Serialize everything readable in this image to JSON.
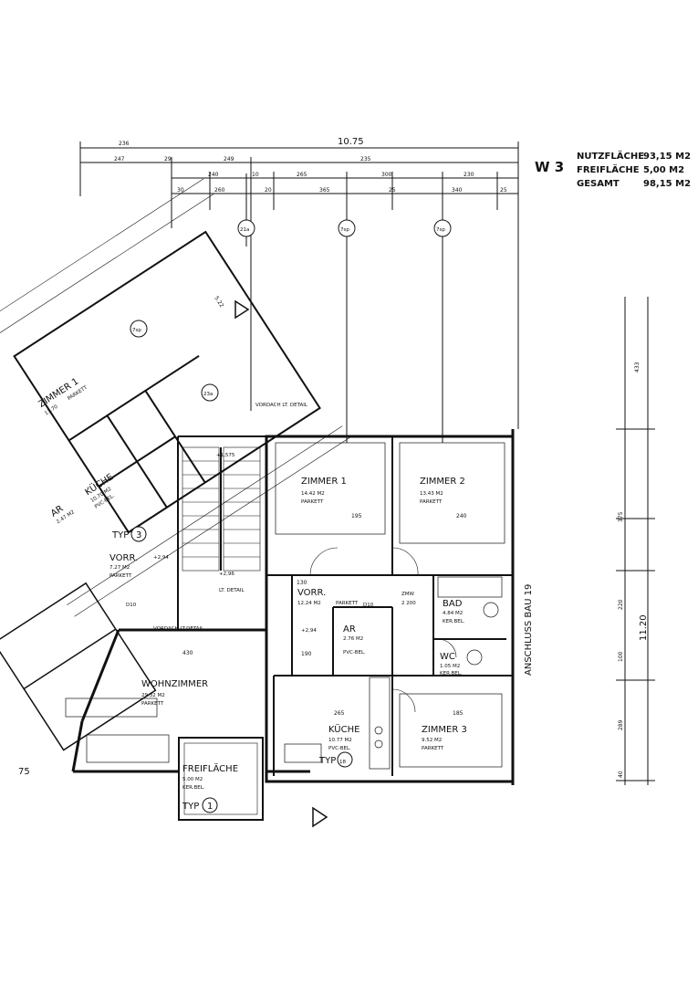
{
  "header": {
    "unit": "W 3",
    "rows": [
      {
        "label": "NUTZFLÄCHE",
        "value": "93,15 M2"
      },
      {
        "label": "FREIFLÄCHE",
        "value": "5,00 M2"
      },
      {
        "label": "GESAMT",
        "value": "98,15 M2"
      }
    ]
  },
  "dimensions": {
    "total_width": "10.75",
    "right_height": "11.20",
    "row1": [
      "236",
      "247",
      "29",
      "249",
      "235"
    ],
    "row2": [
      "240",
      "10",
      "265",
      "300",
      "230"
    ],
    "row3": [
      "30",
      "260",
      "20",
      "365",
      "25",
      "340",
      "25"
    ],
    "right": [
      "433",
      "375",
      "220",
      "100",
      "289",
      "40"
    ]
  },
  "markers": [
    "21a",
    "7sp",
    "7sp",
    "5.22",
    "7sp",
    "23a"
  ],
  "rooms": {
    "zimmer1": {
      "name": "ZIMMER 1",
      "area": "14.42 M2",
      "floor": "PARKETT"
    },
    "zimmer2": {
      "name": "ZIMMER 2",
      "area": "13.43 M2",
      "floor": "PARKETT"
    },
    "vorr": {
      "name": "VORR.",
      "area": "12.24 M2",
      "floor": "PARKETT"
    },
    "ar": {
      "name": "AR",
      "area": "2.76 M2",
      "floor": "PVC-BEL."
    },
    "bad": {
      "name": "BAD",
      "area": "4.84 M2",
      "floor": "KER.BEL."
    },
    "wc": {
      "name": "WC",
      "area": "1.05 M2",
      "floor": "KER.BEL."
    },
    "wohnzimmer": {
      "name": "WOHNZIMMER",
      "area": "29.32 M2",
      "floor": "PARKETT"
    },
    "kueche": {
      "name": "KÜCHE",
      "area": "10.77 M2",
      "floor": "PVC-BEL."
    },
    "zimmer3": {
      "name": "ZIMMER 3",
      "area": "9.52 M2",
      "floor": "PARKETT"
    },
    "freiflaeche": {
      "name": "FREIFLÄCHE",
      "area": "5.00 M2",
      "floor": "KER.BEL."
    }
  },
  "neighbor": {
    "zimmer1": {
      "name": "ZIMMER 1",
      "area": "13.70",
      "floor": "PARKETT"
    },
    "kueche": {
      "name": "KÜCHE",
      "area": "10.70 M2",
      "floor": "PVC-BEL."
    },
    "ar": {
      "name": "AR",
      "area": "2.47 M2"
    },
    "vorr": {
      "name": "VORR.",
      "area": "7.27 M2",
      "floor": "PARKETT"
    }
  },
  "types": {
    "typ3": "TYP",
    "typ3_num": "3",
    "typ18": "TYP",
    "typ18_num": "18",
    "typ1": "TYP",
    "typ1_num": "1"
  },
  "labels": {
    "vordach": "VORDACH LT. DETAIL",
    "anschluss": "ANSCHLUSS BAU 19",
    "zmw": "ZMW",
    "zmw_size": "2 200",
    "d10a": "D10",
    "d10b": "D10",
    "lvl1": "+1,575",
    "lvl2": "+2,94",
    "lvl3": "+2,96",
    "lvl4": "+2,94",
    "detail2": "LT. DETAIL",
    "sarea": "VORDACH LT.DETAIL",
    "note_130": "130",
    "note_195": "195",
    "note_240": "240",
    "note_430": "430",
    "note_265": "265",
    "note_185": "185",
    "note_190": "190",
    "note_75": "75"
  }
}
